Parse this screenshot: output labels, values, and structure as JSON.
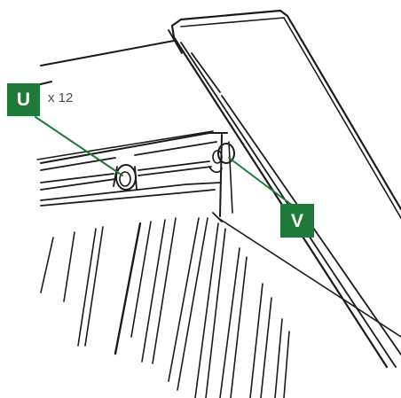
{
  "callouts": {
    "u": {
      "letter": "U",
      "quantity_text": "x 12"
    },
    "v": {
      "letter": "V"
    }
  },
  "colors": {
    "callout_fill": "#1f7a3a",
    "leader_line": "#1f7a3a",
    "line_art": "#1b1b1b",
    "background": "#ffffff"
  }
}
